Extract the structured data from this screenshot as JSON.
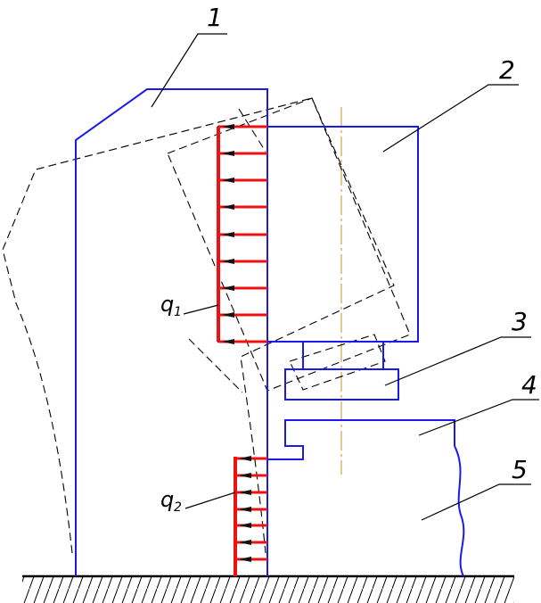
{
  "callouts": {
    "part1": "1",
    "part2": "2",
    "part3": "3",
    "part4": "4",
    "part5": "5"
  },
  "loads": {
    "q1_symbol": "q",
    "q1_index": "1",
    "q2_symbol": "q",
    "q2_index": "2"
  },
  "colors": {
    "structure": "#1a1aee",
    "load": "#ee1111",
    "arrow": "#111111",
    "dashed": "#000000",
    "centerline": "#d4a049",
    "ground": "#000000"
  }
}
